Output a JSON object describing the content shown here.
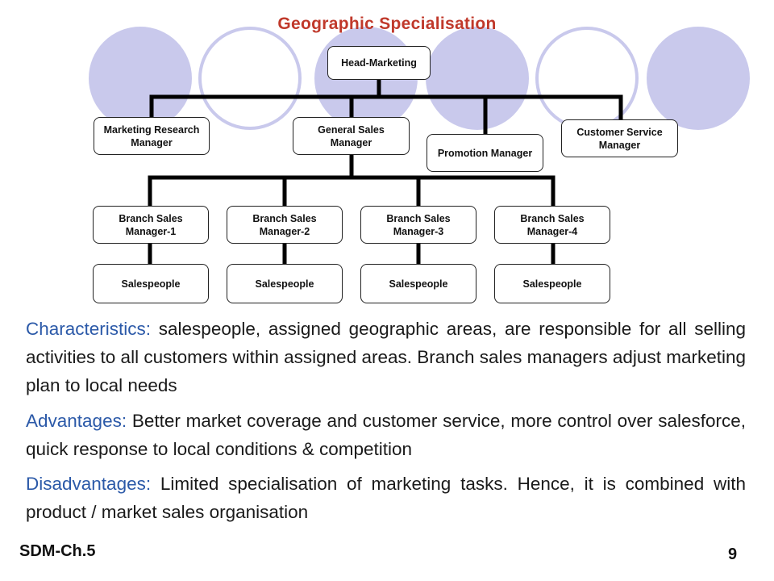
{
  "title": "Geographic Specialisation",
  "org_chart": {
    "head": "Head-Marketing",
    "level2": [
      "Marketing Research Manager",
      "General Sales Manager",
      "Promotion Manager",
      "Customer Service Manager"
    ],
    "branches": [
      "Branch Sales Manager-1",
      "Branch Sales Manager-2",
      "Branch Sales Manager-3",
      "Branch Sales Manager-4"
    ],
    "salespeople": [
      "Salespeople",
      "Salespeople",
      "Salespeople",
      "Salespeople"
    ]
  },
  "paragraphs": {
    "characteristics": {
      "label": "Characteristics:",
      "text": "salespeople, assigned geographic areas, are responsible for all selling activities to all customers within  assigned areas. Branch sales managers adjust marketing plan to local needs"
    },
    "advantages": {
      "label": "Advantages:",
      "text": "Better market coverage and customer service, more control over salesforce, quick response to local conditions & competition"
    },
    "disadvantages": {
      "label": "Disadvantages:",
      "text": "Limited specialisation of marketing tasks. Hence, it is combined with product / market sales organisation"
    }
  },
  "footer": {
    "course": "SDM-Ch.5",
    "page_number": "9"
  },
  "colors": {
    "title": "#c0392b",
    "keyword": "#2b59a8",
    "circle": "#c9c9ec"
  }
}
